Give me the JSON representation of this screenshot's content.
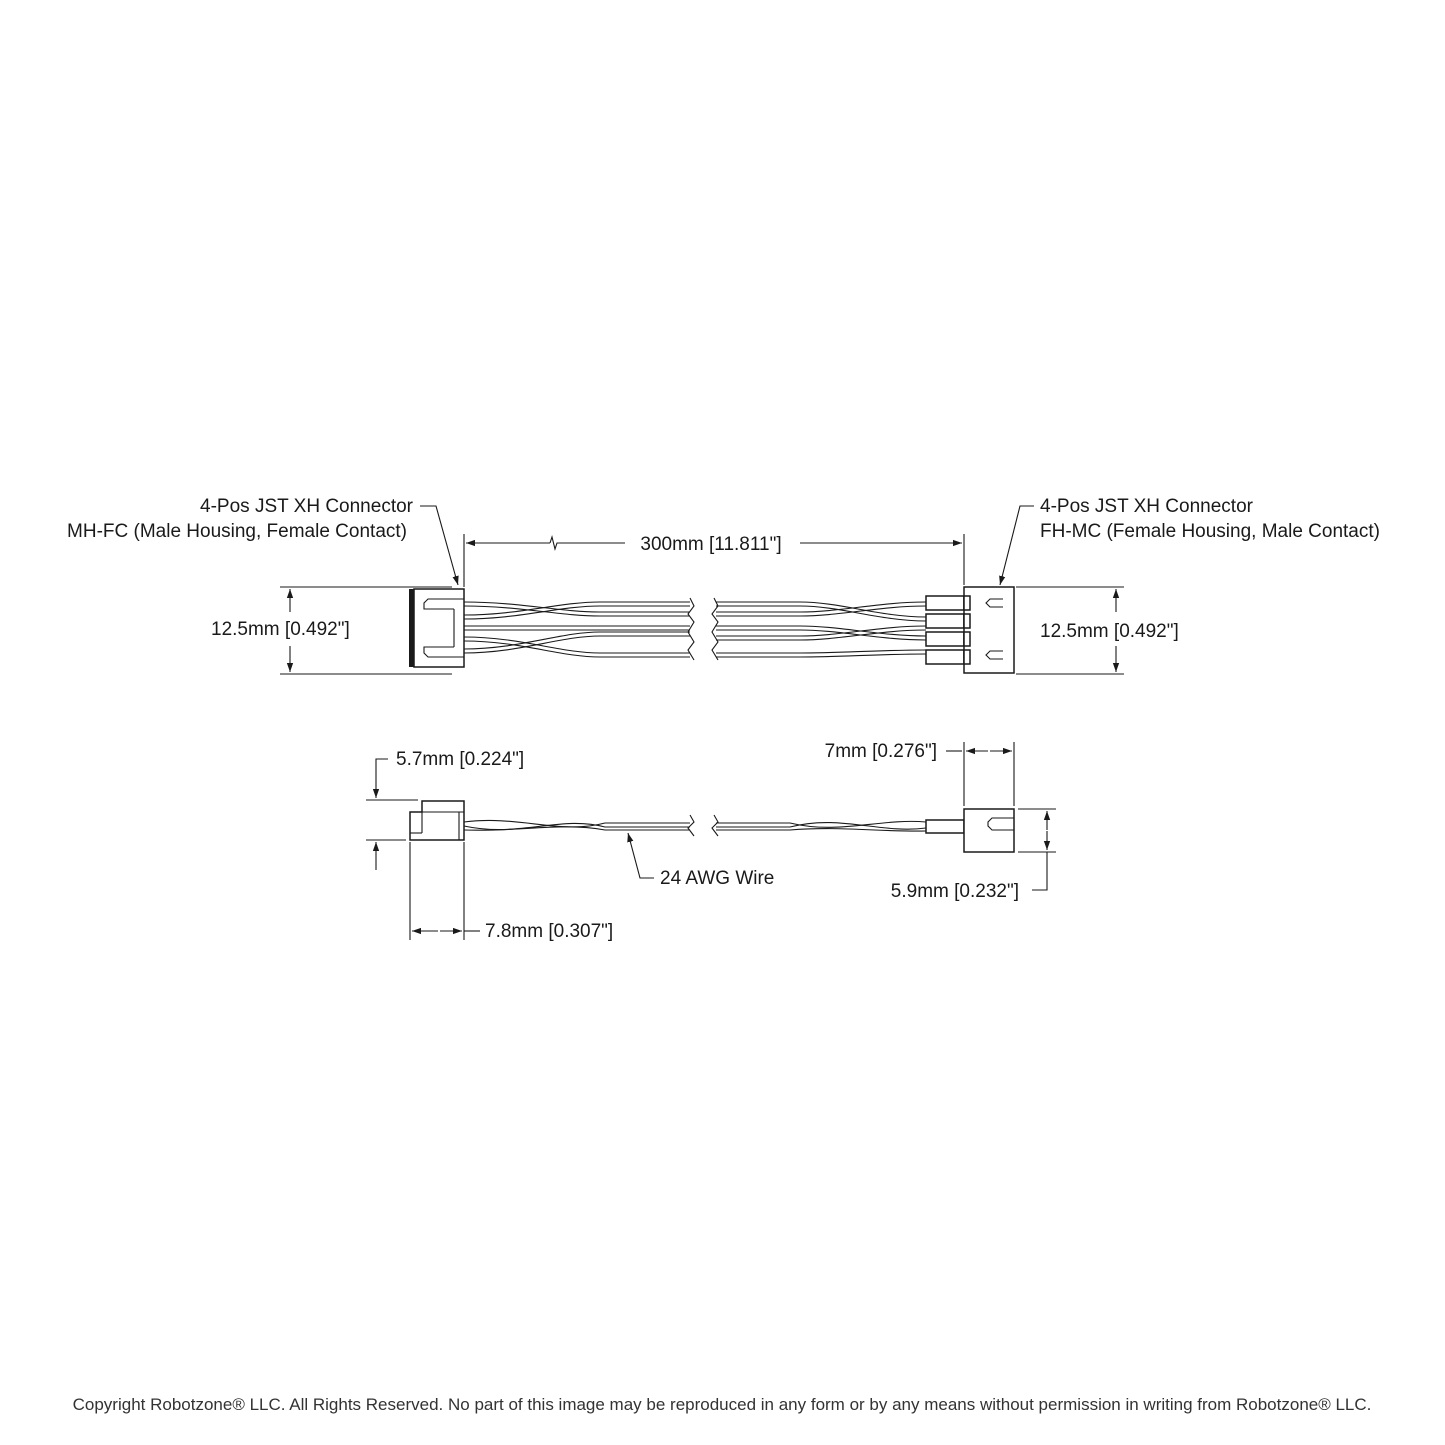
{
  "labels": {
    "left_connector_line1": "4-Pos JST XH Connector",
    "left_connector_line2": "MH-FC (Male Housing, Female Contact)",
    "right_connector_line1": "4-Pos JST XH Connector",
    "right_connector_line2": "FH-MC (Female Housing, Male Contact)",
    "cable_length": "300mm [11.811\"]",
    "left_height": "12.5mm [0.492\"]",
    "right_height": "12.5mm [0.492\"]",
    "side_left_height": "5.7mm [0.224\"]",
    "side_left_length": "7.8mm [0.307\"]",
    "side_right_length": "7mm [0.276\"]",
    "side_right_height": "5.9mm [0.232\"]",
    "wire_gauge": "24 AWG Wire"
  },
  "footer": {
    "copyright": "Copyright Robotzone® LLC.  All Rights Reserved. No part of this image may be reproduced in any form or by any means without permission in writing from Robotzone® LLC."
  },
  "style": {
    "line_color": "#1a1a1a",
    "background": "#ffffff"
  }
}
